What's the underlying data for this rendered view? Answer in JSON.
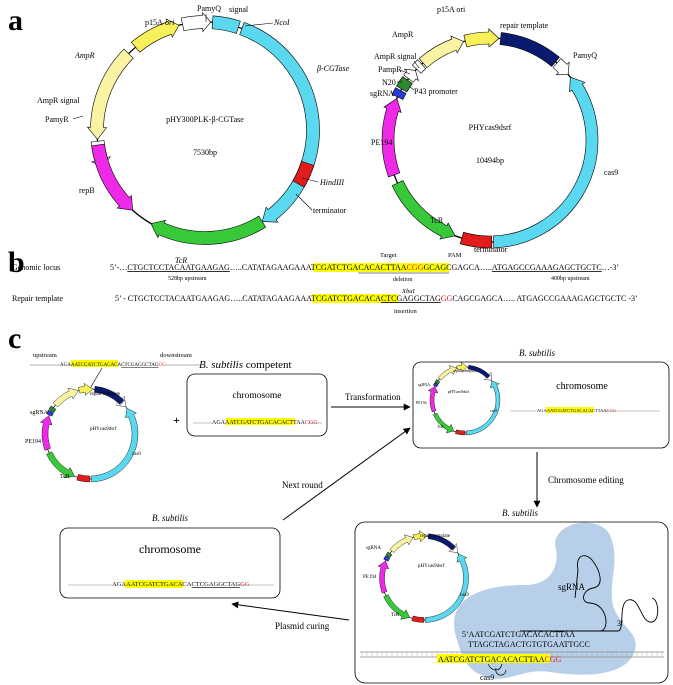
{
  "panels": {
    "a": "a",
    "b": "b",
    "c": "c"
  },
  "plasmid1": {
    "name": "pHY300PLK-β-CGTase",
    "size": "7530bp",
    "labels": {
      "p15a": "p15A",
      "ori": "ori",
      "pamyq": "PamyQ",
      "signal": "signal",
      "ncoi": "NcoI",
      "bcgtase": "β-CGTase",
      "ampr": "AmpR",
      "ampr_signal": "AmpR signal",
      "pamyr": "PamyR",
      "hindiii": "HindIII",
      "terminator": "terminator",
      "repb": "repB",
      "tcr": "TcR"
    }
  },
  "plasmid2": {
    "name": "PHYcas9dsrf",
    "size": "10494bp",
    "labels": {
      "p15a_ori": "p15A ori",
      "repair_template": "repair template",
      "ampr": "AmpR",
      "pamyq": "PamyQ",
      "ampr_signal": "AmpR signal",
      "pampr": "PampR",
      "n20": "N20",
      "sgrna": "sgRNA",
      "p43": "P43 promoter",
      "pe194": "PE194",
      "cas9": "cas9",
      "tcr": "TcR",
      "terminator": "terminator"
    }
  },
  "panel_b": {
    "genomic_label": "Genomic locus",
    "genomic": {
      "prefix": "5’-…",
      "seg1": "CTGCTCCTACAATGAAGAG",
      "seg2": "…..CATATAGAAGA",
      "target": "AATCGATCTGACACACTTAA",
      "pam": "CGG",
      "seg3": "GCAGCGAGCA…..",
      "seg4": "ATGAGCCGAAAGAGCTGCTC",
      "suffix": "…-3’"
    },
    "target_label": "Target",
    "pam_label": "PAM",
    "upstream528": "528bp upstream",
    "deletion": "deletion",
    "upstream400": "400bp upstream",
    "repair_label": "Repair template",
    "repair": {
      "prefix": "5’ - CTGCTCCTACAATGAAGAG…..CATATAGAAGA",
      "target": "AATCGATCTGACACA",
      "xbai_seq": "CTCGAGGCTAG",
      "gg": "GG",
      "suffix": "CAGCGAGCA….. ATGAGCCGAAAGAGCTGCTC -3’"
    },
    "xbai_label": "XbaI",
    "insertion": "insertion"
  },
  "panel_c": {
    "upstream": "upstream",
    "downstream": "downstream",
    "top_seq": {
      "a": "AGA",
      "b": "AATCGATCTGACACA",
      "c": "CTCGAGGCTAG",
      "d": "GG"
    },
    "repair_template": "repair template",
    "sgrna": "sgRNA",
    "pe194": "PE194",
    "plasmid": "pHYcas9dsrf",
    "cas9": "cas9",
    "tcr": "TcR",
    "plus": "+",
    "competent_species": "B. subtilis",
    "competent_rest": " competent",
    "chromosome": "chromosome",
    "comp_seq": {
      "a": "AGA",
      "b": "AATCGATCTGACACACTTAA",
      "c": "CGG"
    },
    "transformation": "Transformation",
    "bsub": "B. subtilis",
    "next_round": "Next round",
    "chromosome_editing": "Chromosome   editing",
    "plasmid_curing": "Plasmid curing",
    "final_seq": {
      "a": "AGA",
      "b": "AATCGATCTGACACA",
      "c": "CTCGAGGCTAG",
      "d": "GG"
    },
    "sgrna_big": "sgRNA",
    "three_prime": "3’",
    "spacer1": "5’AATCGATCTGACACACTTAA",
    "spacer2": "TTAGCTAGACTGTGTGAATTGCC",
    "target_dna": "AATCGATCTGACACACTTAA",
    "target_pam": "CGG",
    "cas9_big": "cas9"
  }
}
